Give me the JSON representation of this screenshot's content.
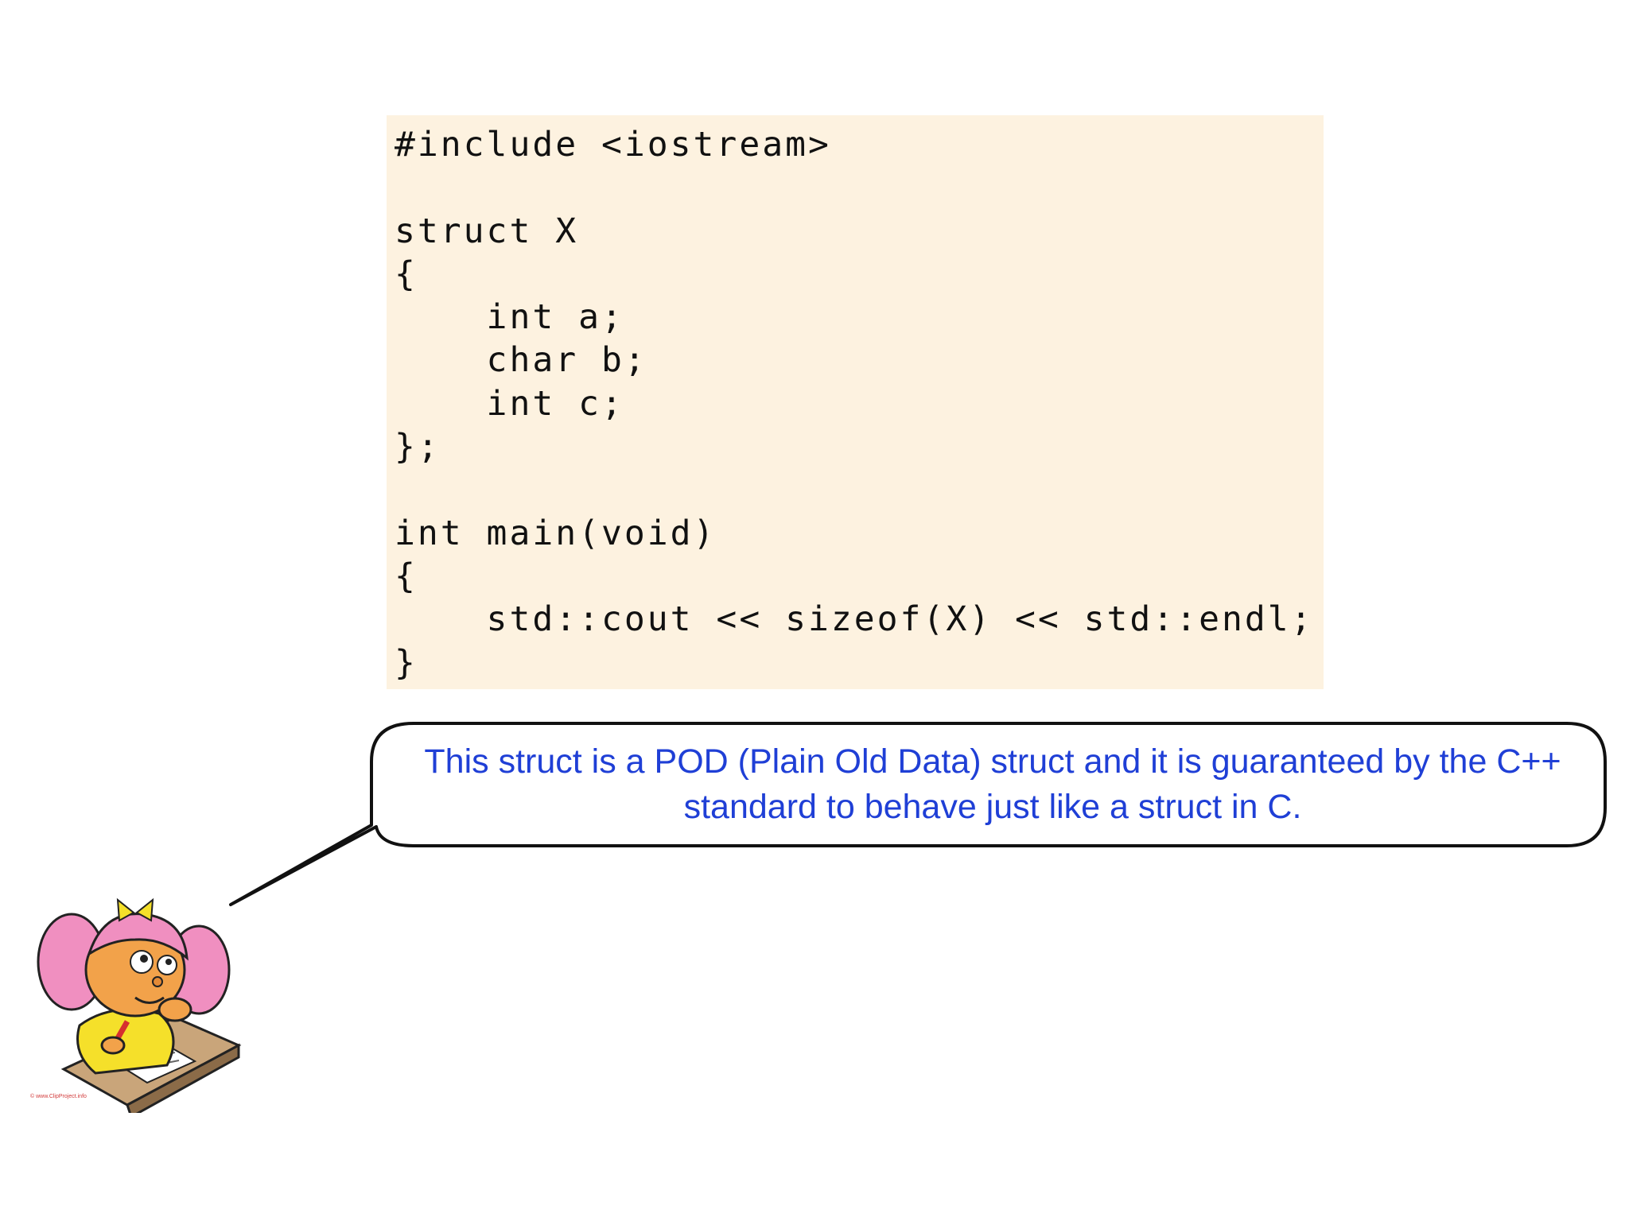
{
  "code": {
    "lines": [
      "#include <iostream>",
      "",
      "struct X",
      "{",
      "    int a;",
      "    char b;",
      "    int c;",
      "};",
      "",
      "int main(void)",
      "{",
      "    std::cout << sizeof(X) << std::endl;",
      "}"
    ]
  },
  "speech_bubble": {
    "line1": "This struct is a POD (Plain Old Data) struct and it is guaranteed by the C++",
    "line2": "standard to behave just like a struct in C."
  },
  "illustration": {
    "name": "girl-writing-illustration",
    "credit": "© www.ClipProject.info"
  }
}
